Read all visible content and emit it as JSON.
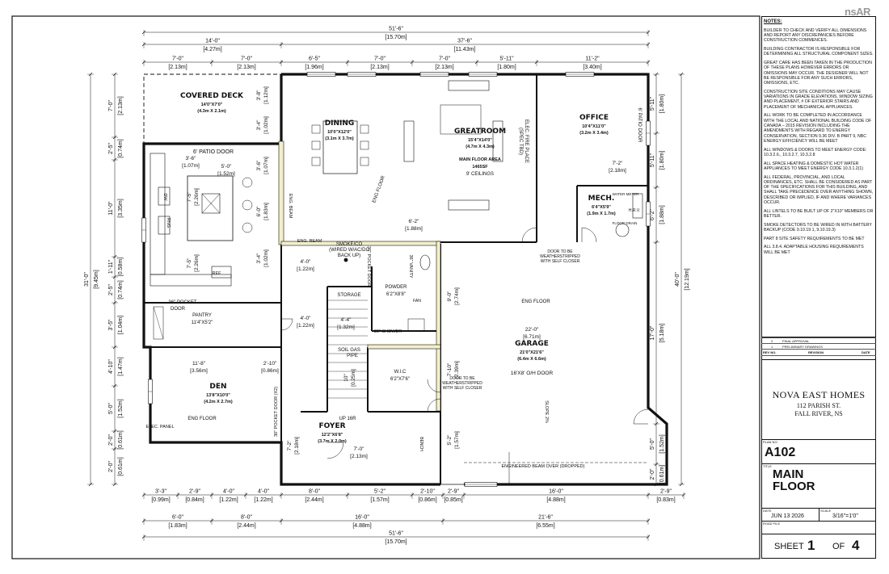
{
  "logo_text": "nsAR",
  "dims": {
    "top_total": [
      "51'-6\"",
      "[15.70m]"
    ],
    "top_left": [
      "14'-0\"",
      "[4.27m]"
    ],
    "top_right": [
      "37'-6\"",
      "[11.43m]"
    ],
    "top_row3": [
      [
        "7'-0\"",
        "[2.13m]"
      ],
      [
        "7'-0\"",
        "[2.13m]"
      ],
      [
        "6'-5\"",
        "[1.96m]"
      ],
      [
        "7'-0\"",
        "[2.13m]"
      ],
      [
        "7'-0\"",
        "[2.13m]"
      ],
      [
        "5'-11\"",
        "[1.80m]"
      ],
      [
        "11'-2\"",
        "[3.40m]"
      ]
    ],
    "bottom_row1": [
      [
        "3'-3\"",
        "[0.99m]"
      ],
      [
        "2'-9\"",
        "[0.84m]"
      ],
      [
        "4'-0\"",
        "[1.22m]"
      ],
      [
        "4'-0\"",
        "[1.22m]"
      ],
      [
        "8'-0\"",
        "[2.44m]"
      ],
      [
        "5'-2\"",
        "[1.57m]"
      ],
      [
        "2'-10\"",
        "[0.86m]"
      ],
      [
        "2'-9\"",
        "[0.85m]"
      ],
      [
        "16'-0\"",
        "[4.88m]"
      ],
      [
        "2'-9\"",
        "[0.83m]"
      ]
    ],
    "bottom_row2": [
      [
        "6'-0\"",
        "[1.83m]"
      ],
      [
        "8'-0\"",
        "[2.44m]"
      ],
      [
        "16'-0\"",
        "[4.88m]"
      ],
      [
        "21'-6\"",
        "[6.55m]"
      ]
    ],
    "bottom_total": [
      "51'-6\"",
      "[15.70m]"
    ],
    "left_total": [
      "31'-0\"",
      "[9.45m]"
    ],
    "left_row": [
      [
        "7'-0\"",
        "[2.13m]"
      ],
      [
        "2'-5\"",
        "[0.74m]"
      ],
      [
        "11'-0\"",
        "[3.35m]"
      ],
      [
        "1'-11\"",
        "[0.58m]"
      ],
      [
        "2'-5\"",
        "[0.74m]"
      ],
      [
        "3'-5\"",
        "[1.04m]"
      ],
      [
        "4'-10\"",
        "[1.47m]"
      ],
      [
        "5'-0\"",
        "[1.52m]"
      ],
      [
        "2'-0\"",
        "[0.61m]"
      ],
      [
        "2'-0\"",
        "[0.61m]"
      ]
    ],
    "right_total": [
      "40'-0\"",
      "[12.19m]"
    ],
    "right_row": [
      [
        "5'-11\"",
        "[1.80m]"
      ],
      [
        "5'-11\"",
        "[1.80m]"
      ],
      [
        "6'-2\"",
        "[1.88m]"
      ],
      [
        "17'-0\"",
        "[5.18m]"
      ],
      [
        "5'-0\"",
        "[1.52m]"
      ],
      [
        "2'-0\"",
        "[0.61m]"
      ]
    ],
    "interior": [
      [
        "3'-8\"",
        "[1.12m]"
      ],
      [
        "3'-4\"",
        "[1.02m]"
      ],
      [
        "3'-6\"",
        "[1.07m]"
      ],
      [
        "5'-0\"",
        "[1.52m]"
      ],
      [
        "3'-6\"",
        "[1.07m]"
      ],
      [
        "7'-5\"",
        "[2.26m]"
      ],
      [
        "6'-0\"",
        "[1.83m]"
      ],
      [
        "7'-5\"",
        "[2.26m]"
      ],
      [
        "3'-4\"",
        "[1.02m]"
      ],
      [
        "6'-2\"",
        "[1.88m]"
      ],
      [
        "4'-0\"",
        "[1.22m]"
      ],
      [
        "4'-0\"",
        "[1.22m]"
      ],
      [
        "4'-4\"",
        "[1.32m]"
      ],
      [
        "9'-0\"",
        "[2.74m]"
      ],
      [
        "22'-0\"",
        "[6.71m]"
      ],
      [
        "11'-8\"",
        "[3.56m]"
      ],
      [
        "2'-10\"",
        "[0.86m]"
      ],
      [
        "7'-10\"",
        "[2.39m]"
      ],
      [
        "7'-2\"",
        "[2.18m]"
      ],
      [
        "7'-0\"",
        "[2.13m]"
      ],
      [
        "5'-2\"",
        "[1.57m]"
      ],
      [
        "7'-2\"",
        "[2.18m]"
      ],
      [
        "10\"",
        "[0.25m]"
      ]
    ]
  },
  "rooms": {
    "covered_deck": {
      "name": "COVERED DECK",
      "size": "14'0\"X7'0\"",
      "metric": "(4.3m X 2.1m)"
    },
    "dining": {
      "name": "DINING",
      "size": "10'0\"X12'0\"",
      "metric": "(3.1m X 3.7m)"
    },
    "greatroom": {
      "name": "GREATROOM",
      "size": "15'4\"X14'0\"",
      "metric": "(4.7m X 4.3m)",
      "area": "MAIN FLOOR AREA",
      "sqft": "1465SF",
      "ceiling": "9' CEILINGS"
    },
    "office": {
      "name": "OFFICE",
      "size": "10'4\"X11'0\"",
      "metric": "(3.2m X 3.4m)"
    },
    "mech": {
      "name": "MECH.",
      "size": "6'4\"X5'9\"",
      "metric": "(1.9m X 1.7m)"
    },
    "den": {
      "name": "DEN",
      "size": "13'8\"X10'0\"",
      "metric": "(4.2m X 2.7m)"
    },
    "foyer": {
      "name": "FOYER",
      "size": "12'2\"X6'8\"",
      "metric": "(3.7m X 2.0m)"
    },
    "garage": {
      "name": "GARAGE",
      "size": "21'0\"X21'6\"",
      "metric": "(6.4m X 6.6m)",
      "door": "16'X8' O/H DOOR"
    },
    "powder": {
      "name": "POWDER",
      "size": "6'2\"X8'8\""
    },
    "wic": {
      "name": "W.I.C",
      "size": "6'2\"X7'6\""
    },
    "pantry": {
      "name": "PANTRY",
      "size": "11'4\"X5'2\""
    }
  },
  "labels": {
    "patio_door": "6' PATIO DOOR",
    "patio_door_v": "6' PATIO DOOR",
    "eng_beam": "ENG. BEAM",
    "eng_beam_h": "ENG. BEAM",
    "eng_floor": "ENG FLOOR",
    "smoke": "SMOKE/CO",
    "wired": "(WIRED W/AC/DC",
    "backup": "BACK UP)",
    "pocket_door": "36\" POCKET",
    "pocket_door2": "DOOR",
    "pocket_v": "36\" POCKET DOOR",
    "pocket_x2": "30\" POCKET DOOR (X2)",
    "storage": "STORAGE",
    "vanity": "36\" VANITY",
    "shower": "36\" SHOWER",
    "fan": "FAN",
    "soil_gas": "SOIL GAS",
    "pipe": "PIPE",
    "up": "UP 16R",
    "bench": "BENCH",
    "elec_panel": "ELEC. PANEL",
    "dw": "DW",
    "rng": "RNG",
    "ref": "REF",
    "fire": "ELEC. FIRE PLACE",
    "fire_spec": "(SPEC TBD)",
    "water_meter": "WATER METER",
    "hrv": "H.R.V.",
    "floor_drain": "FLOOR DRAIN",
    "door_weather1": "DOOR TO BE",
    "door_weather2": "WEATHERSTRIPPED",
    "door_weather3": "WITH SELF CLOSER",
    "slope": "SLOPE 2%",
    "eng_beam_over": "ENGINEERED BEAM OVER (DROPPED)"
  },
  "notes": {
    "heading": "NOTES:",
    "items": [
      "BUILDER TO CHECK AND  VERIFY ALL DIMENSIONS AND REPORT ANY DISCREPANCIES BEFORE CONSTRUCTION COMMENCES.",
      "BUILDING CONTRACTOR IS RESPONSIBLE FOR DETERMINING ALL STRUCTURAL COMPONENT SIZES.",
      "GREAT CARE HAS BEEN TAKEN IN THE PRODUCTION OF THESE PLANS HOWEVER ERRORS OR OMISSIONS MAY OCCUR. THE DESIGNER WILL NOT BE RESPONSIBLE FOR ANY SUCH ERRORS, OMISSIONS, ETC.",
      "CONSTRUCTION SITE CONDITIONS MAY CAUSE VARIATIONS IN GRADE ELEVATIONS, WINDOW SIZING AND PLACEMENT, # OF EXTERIOR STAIRS AND PLACEMENT OF MECHANICAL APPLIANCES.",
      "ALL WORK TO BE COMPLETED IN ACCORDANCE WITH THE LOCAL AND NATIONAL BUILDING CODE OF CANADA – 2015 REVISION INCLUDING THE AMENDMENTS WITH REGARD TO ENERGY CONSERVATION, SECTION 9.36 DIV. B PART 9, NBC ENERGY EFFICIENCY WILL BE MEET",
      "ALL WINDOWS & DOORS TO MEET ENERGY CODE: 10.3.2.6., 10.3.2.7, 10.3.2.8",
      "ALL SPACE HEATING & DOMESTIC HOT WATER APPLIANCES TO MEET ENERGY CODE 10.3.1.2(1)",
      "ALL FEDERAL, PROVINCIAL, AND LOCAL ORDINANCES, ETC. SHALL BE CONSIDERED AS PART OF THE SPECIFICATIONS FOR THIS BUILDING, AND SHALL TAKE PRECEDENCE OVER ANYTHING SHOWN, DESCRIBED OR IMPLIED, IF AND WHERE VARIANCES OCCUR.",
      "ALL LINTELS TO BE BUILT UP OF 2\"X10\" MEMBERS OR BETTER.",
      "SMOKE DETECTORS TO BE WIRED IN WITH BATTERY BACKUP (CODE 9.10.19.1, 9.10.19.3)",
      "PART 8 SITE SAFETY REQUIREMENTS TO BE MET",
      "ALL 3.8.4. ADAPTABLE HOUSING REQUIREMENTS WILL BE MET"
    ]
  },
  "revisions": {
    "rows": [
      {
        "no": "2",
        "text": "FINAL APPROVAL"
      },
      {
        "no": "1",
        "text": "PRELIMINARY DRAWINGS"
      }
    ],
    "headers": {
      "no": "REV NO.",
      "rev": "REVISION",
      "date": "DATE"
    }
  },
  "company": {
    "name": "NOVA EAST HOMES",
    "address1": "112 PARISH ST.",
    "address2": "FALL RIVER, NS"
  },
  "plan_no_label": "PLAN NO.",
  "plan_no": "A102",
  "title_label": "TITLE",
  "title_line1": "MAIN",
  "title_line2": "FLOOR",
  "date_label": "DATE",
  "date": "JUN 13 2026",
  "scale_label": "SCALE",
  "scale": "3/16\"=1'0\"",
  "road_label": "ROAD FILE",
  "sheet": {
    "label": "SHEET",
    "num": "1",
    "of": "OF",
    "total": "4"
  }
}
